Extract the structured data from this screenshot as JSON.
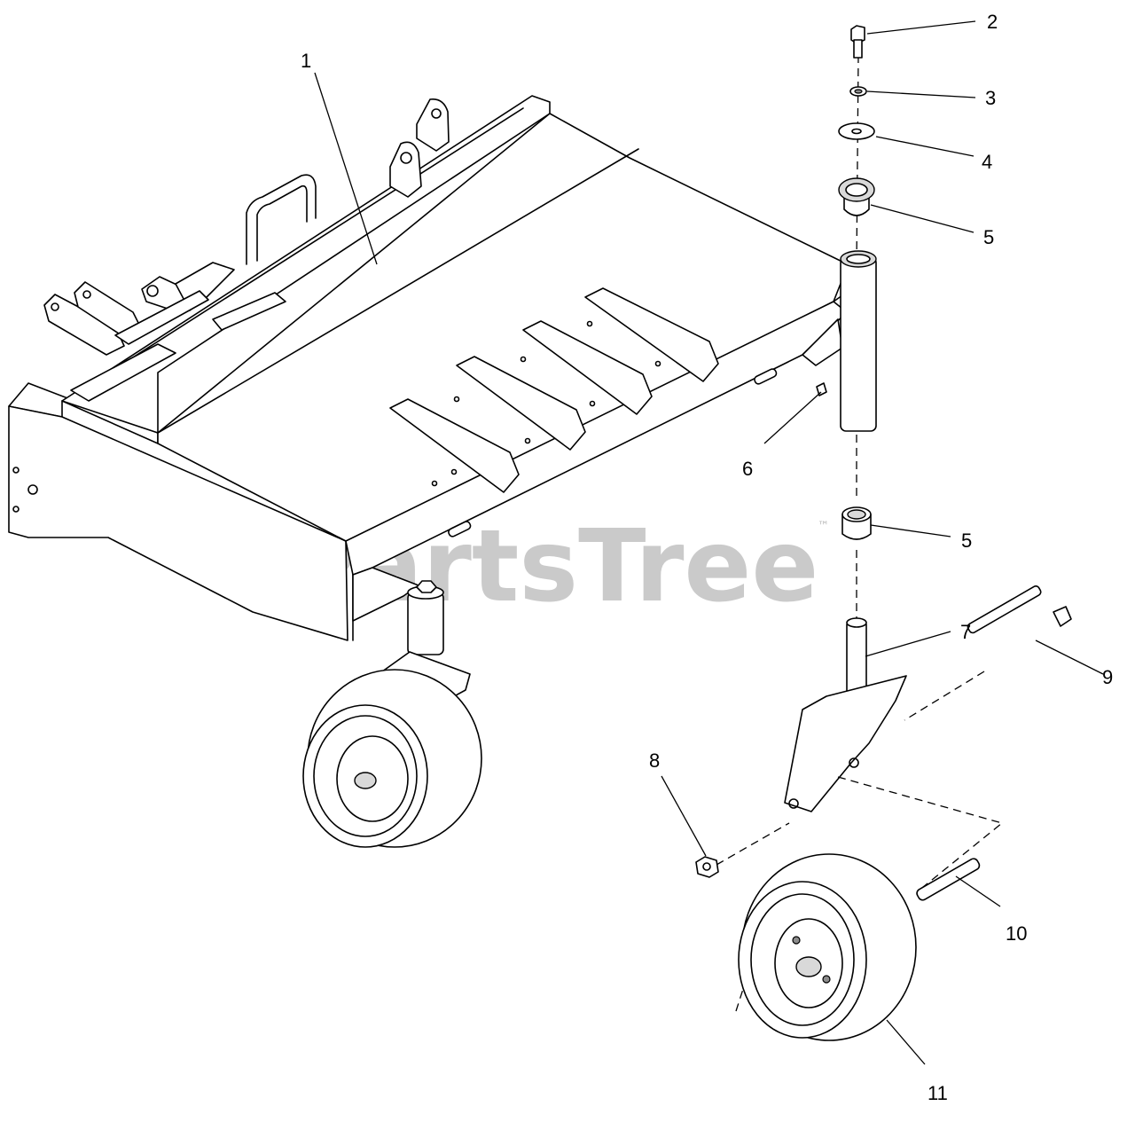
{
  "watermark": {
    "text": "PartsTree",
    "trademark": "™"
  },
  "callouts": [
    {
      "id": "1",
      "label": "1"
    },
    {
      "id": "2",
      "label": "2"
    },
    {
      "id": "3",
      "label": "3"
    },
    {
      "id": "4",
      "label": "4"
    },
    {
      "id": "5a",
      "label": "5"
    },
    {
      "id": "6",
      "label": "6"
    },
    {
      "id": "5b",
      "label": "5"
    },
    {
      "id": "7",
      "label": "7"
    },
    {
      "id": "9",
      "label": "9"
    },
    {
      "id": "8",
      "label": "8"
    },
    {
      "id": "10",
      "label": "10"
    },
    {
      "id": "11",
      "label": "11"
    }
  ]
}
